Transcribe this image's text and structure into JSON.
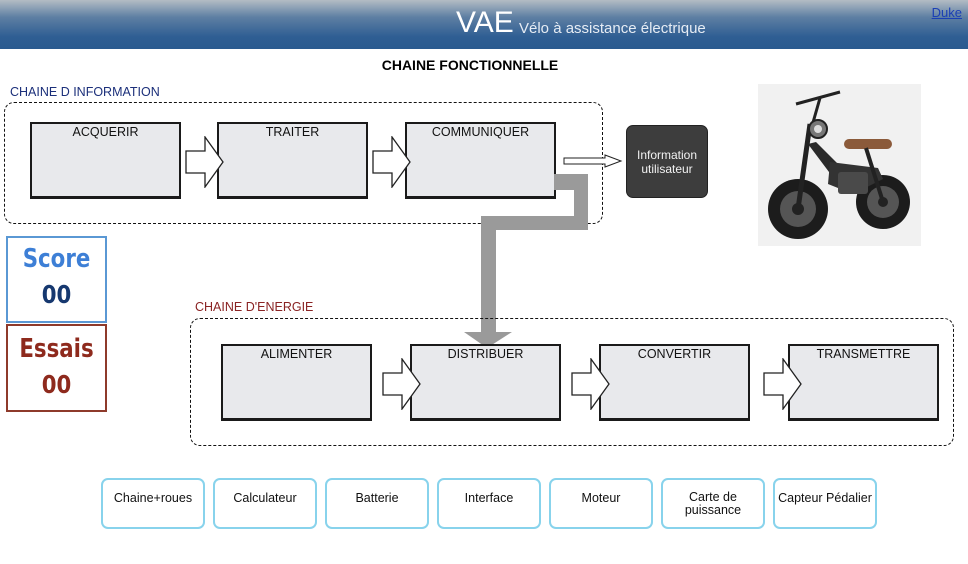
{
  "header": {
    "title": "VAE",
    "subtitle": "Vélo à assistance électrique",
    "link": "Duke"
  },
  "main_title": "CHAINE FONCTIONNELLE",
  "info_chain": {
    "label": "CHAINE D INFORMATION",
    "boxes": [
      "ACQUERIR",
      "TRAITER",
      "COMMUNIQUER"
    ],
    "output": "Information utilisateur"
  },
  "energy_chain": {
    "label": "CHAINE D'ENERGIE",
    "boxes": [
      "ALIMENTER",
      "DISTRIBUER",
      "CONVERTIR",
      "TRANSMETTRE"
    ]
  },
  "score": {
    "label": "Score",
    "value": "00"
  },
  "essais": {
    "label": "Essais",
    "value": "00"
  },
  "answers": [
    "Chaine+roues",
    "Calculateur",
    "Batterie",
    "Interface",
    "Moteur",
    "Carte de puissance",
    "Capteur Pédalier"
  ],
  "bike_image": "electric-bike-photo",
  "colors": {
    "header_blue": "#2f5e93",
    "info_label": "#1b2f7a",
    "energy_label": "#8a2323",
    "score_blue": "#3d7fd6",
    "essais_red": "#8e2a1d",
    "card_border": "#88d3ec"
  }
}
